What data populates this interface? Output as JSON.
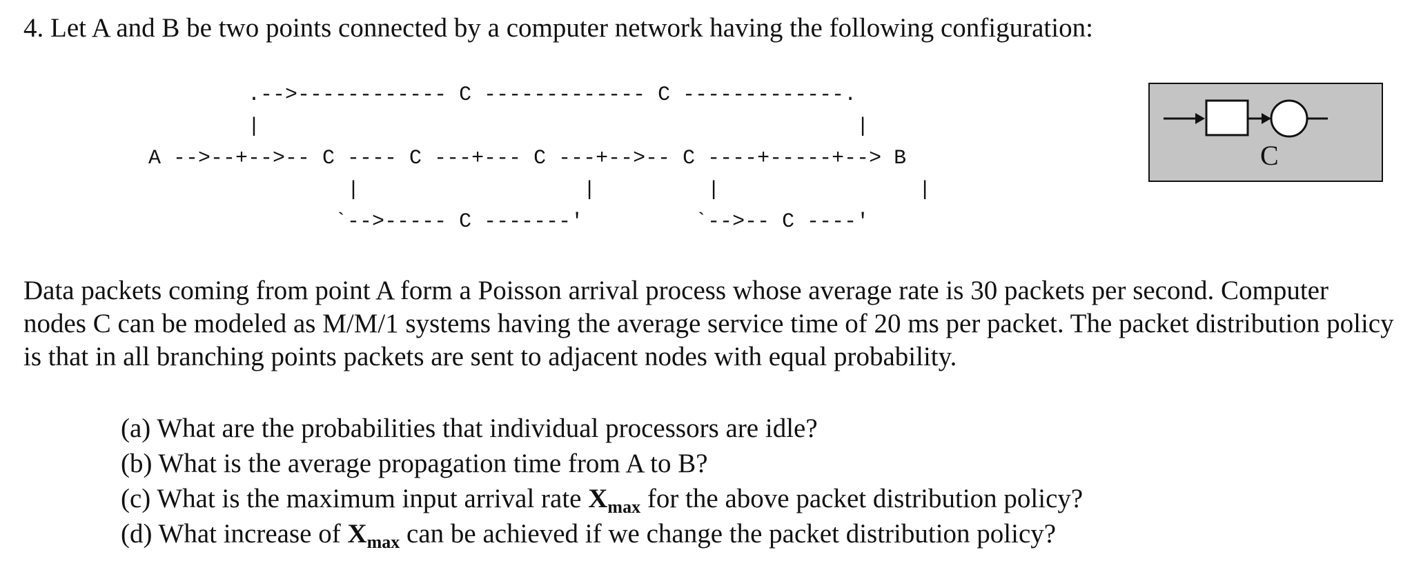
{
  "problem": {
    "title": "4. Let A and B be two points connected by a computer network having the following configuration:",
    "diagram_lines": [
      ".-->------------ C ------------- C -------------.",
      "|                                                |",
      "A -->--+-->-- C ---- C ---+--- C ---+-->-- C ----+-----+--> B",
      "       |                  |         |                |",
      "       `-->----- C -------'         `-->-- C ----'"
    ],
    "legend": {
      "label": "C"
    },
    "body": "Data packets coming from point A form a Poisson arrival process whose average rate is 30 packets per second. Computer nodes C can be modeled as M/M/1 systems having the average service time of 20 ms per packet. The packet distribution policy is that in all branching points packets are sent to adjacent nodes with equal probability.",
    "questions": {
      "a": "(a) What are the probabilities that individual processors are idle?",
      "b": "(b) What is the average propagation time from A to B?",
      "c_before": "(c) What is the maximum input arrival rate ",
      "c_after": " for the above packet distribution policy?",
      "d_before": "(d) What increase of ",
      "d_after": " can be achieved if we change the packet distribution policy?",
      "xmax_symbol": "X",
      "xmax_subscript": "max"
    }
  }
}
